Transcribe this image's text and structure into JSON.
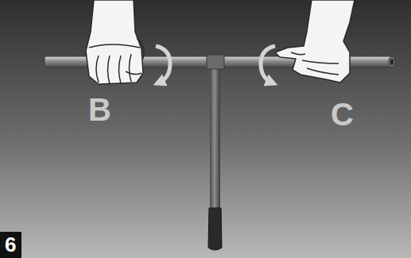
{
  "diagram": {
    "labels": [
      "B",
      "C",
      "6"
    ]
  }
}
